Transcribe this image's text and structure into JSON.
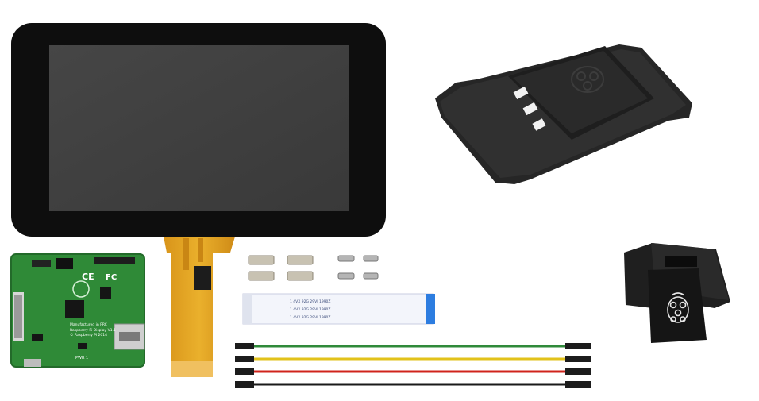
{
  "board": {
    "ce_mark": "CE",
    "fcc_mark": "FC",
    "line1": "Manufactured in PRC",
    "line2": "Raspberry Pi Display V1.1",
    "line3": "© Raspberry Pi 2014",
    "pwr_label": "PWR 1"
  },
  "ribbon": {
    "marking": "1 4VX 92G 29VI 1990Z"
  },
  "colors": {
    "background": "#ffffff",
    "bezel": "#0e0e0e",
    "screen": "#3c3c3c",
    "pcb": "#2f8a37",
    "flex_cable": "#e0a21e",
    "case": "#262626",
    "wire_green": "#2f8a3a",
    "wire_yellow": "#e2c21a",
    "wire_red": "#d0241c",
    "wire_black": "#1a1a1a"
  }
}
